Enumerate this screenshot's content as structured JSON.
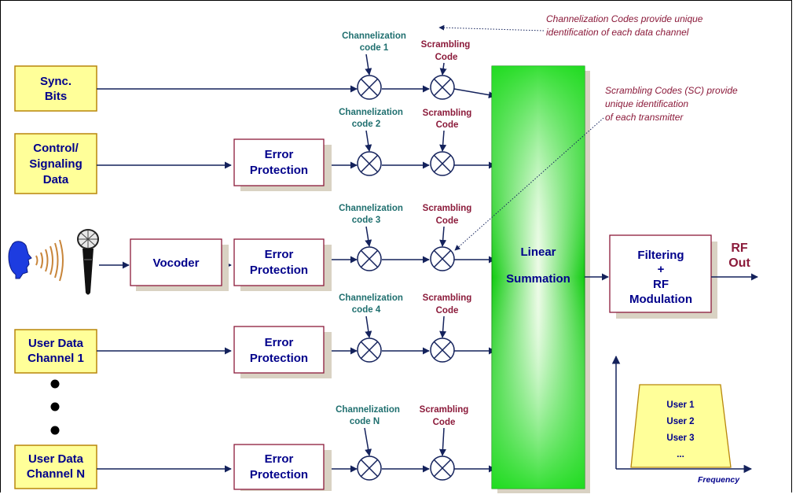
{
  "inputs": {
    "sync": [
      "Sync.",
      "Bits"
    ],
    "control": [
      "Control/",
      "Signaling",
      "Data"
    ],
    "user1": [
      "User Data",
      "Channel 1"
    ],
    "userN": [
      "User Data",
      "Channel N"
    ]
  },
  "vocoder": "Vocoder",
  "error_protection": [
    "Error",
    "Protection"
  ],
  "channelization": {
    "label": "Channelization",
    "codes": [
      "code 1",
      "code 2",
      "code 3",
      "code 4",
      "code N"
    ]
  },
  "scrambling": [
    "Scrambling",
    "Code"
  ],
  "summation": [
    "Linear",
    "Summation"
  ],
  "filter": [
    "Filtering",
    "+",
    "RF",
    "Modulation"
  ],
  "rf_out": [
    "RF",
    "Out"
  ],
  "notes": {
    "channelization": [
      "Channelization Codes provide unique",
      "identification of each data channel"
    ],
    "scrambling": [
      "Scrambling Codes (SC) provide",
      "unique identification",
      "of each transmitter"
    ]
  },
  "spectrum": {
    "users": [
      "User 1",
      "User 2",
      "User 3",
      "..."
    ],
    "axis_label": "Frequency"
  },
  "colors": {
    "summation": "#22dd22",
    "input_box": "#ffff99",
    "line": "#14225c",
    "scrambling": "#8b1a3a",
    "channelization": "#1f6f6f"
  }
}
